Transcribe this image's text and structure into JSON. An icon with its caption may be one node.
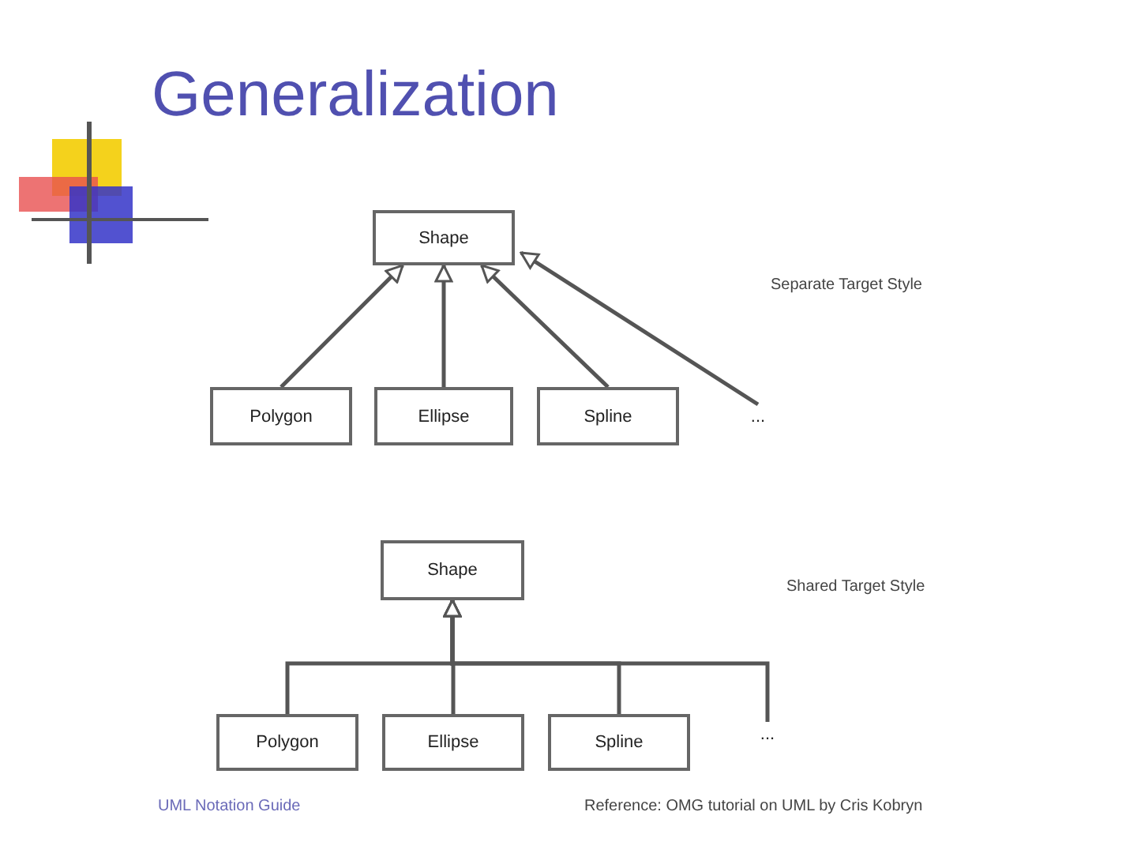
{
  "diagram": {
    "title": "Generalization",
    "nodes": [
      {
        "text": [
          "Shape"
        ]
      },
      {
        "text": [
          "Polygon"
        ]
      },
      {
        "text": [
          "Ellipse"
        ]
      },
      {
        "text": [
          "Spline"
        ]
      },
      {
        "text": [
          "..."
        ]
      },
      {
        "text": [
          "Shape"
        ]
      },
      {
        "text": [
          "Polygon"
        ]
      },
      {
        "text": [
          "Ellipse"
        ]
      },
      {
        "text": [
          "Spline"
        ]
      },
      {
        "text": [
          "..."
        ]
      }
    ],
    "edges": [
      {
        "from": 1,
        "to": 0,
        "arrow": "to"
      },
      {
        "from": 2,
        "to": 0,
        "arrow": "to"
      },
      {
        "from": 3,
        "to": 0,
        "arrow": "to"
      },
      {
        "from": 4,
        "to": 0,
        "arrow": "to"
      },
      {
        "from": 6,
        "to": 5,
        "arrow": "to"
      },
      {
        "from": 7,
        "to": 5,
        "arrow": "to"
      },
      {
        "from": 8,
        "to": 5,
        "arrow": "to"
      },
      {
        "from": 9,
        "to": 5,
        "arrow": "to"
      }
    ],
    "labels": [
      "Separate Target Style",
      "Shared Target Style",
      "UML Notation Guide",
      "Reference: OMG tutorial on UML by Cris Kobryn"
    ]
  }
}
